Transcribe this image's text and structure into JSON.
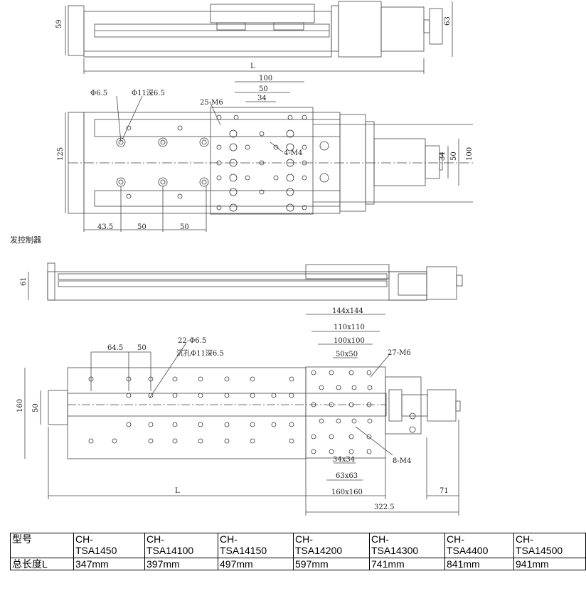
{
  "drawing1": {
    "side_view": {
      "height": "59",
      "height_right": "63",
      "length": "L"
    },
    "top_view": {
      "width": "125",
      "hole_small": "Φ6.5",
      "hole_counterbore": "Φ11深6.5",
      "table_holes": "25-M6",
      "table_width": "100",
      "hole_pitch_50": "50",
      "hole_pitch_34": "34",
      "table_holes_small": "4-M4",
      "motor_height_34": "34",
      "motor_height_50": "50",
      "motor_width": "100",
      "offset_start": "43.5",
      "pitch_a": "50",
      "pitch_b": "50"
    }
  },
  "section_label": "发控制器",
  "drawing2": {
    "side_view": {
      "height": "61"
    },
    "top_view": {
      "dim_144": "144x144",
      "dim_110": "110x110",
      "dim_100": "100x100",
      "dim_50": "50x50",
      "dim_34": "34x34",
      "dim_63": "63x63",
      "dim_160x160": "160x160",
      "holes_m6": "27-M6",
      "holes_m4": "8-M4",
      "rail_holes": "22-Φ6.5",
      "counterbore": "沉孔Φ11深6.5",
      "offset": "64.5",
      "pitch": "50",
      "width_160": "160",
      "width_50": "50",
      "length": "L",
      "motor_len": "71",
      "total": "322.5"
    }
  },
  "spec_table": {
    "row_label_model": "型号",
    "row_label_length": "总长度L",
    "models": [
      "CH-\nTSA1450",
      "CH-\nTSA14100",
      "CH-\nTSA14150",
      "CH-\nTSA14200",
      "CH-\nTSA14300",
      "CH-\nTSA4400",
      "CH-\nTSA14500"
    ],
    "lengths": [
      "347mm",
      "397mm",
      "497mm",
      "597mm",
      "741mm",
      "841mm",
      "941mm"
    ]
  }
}
